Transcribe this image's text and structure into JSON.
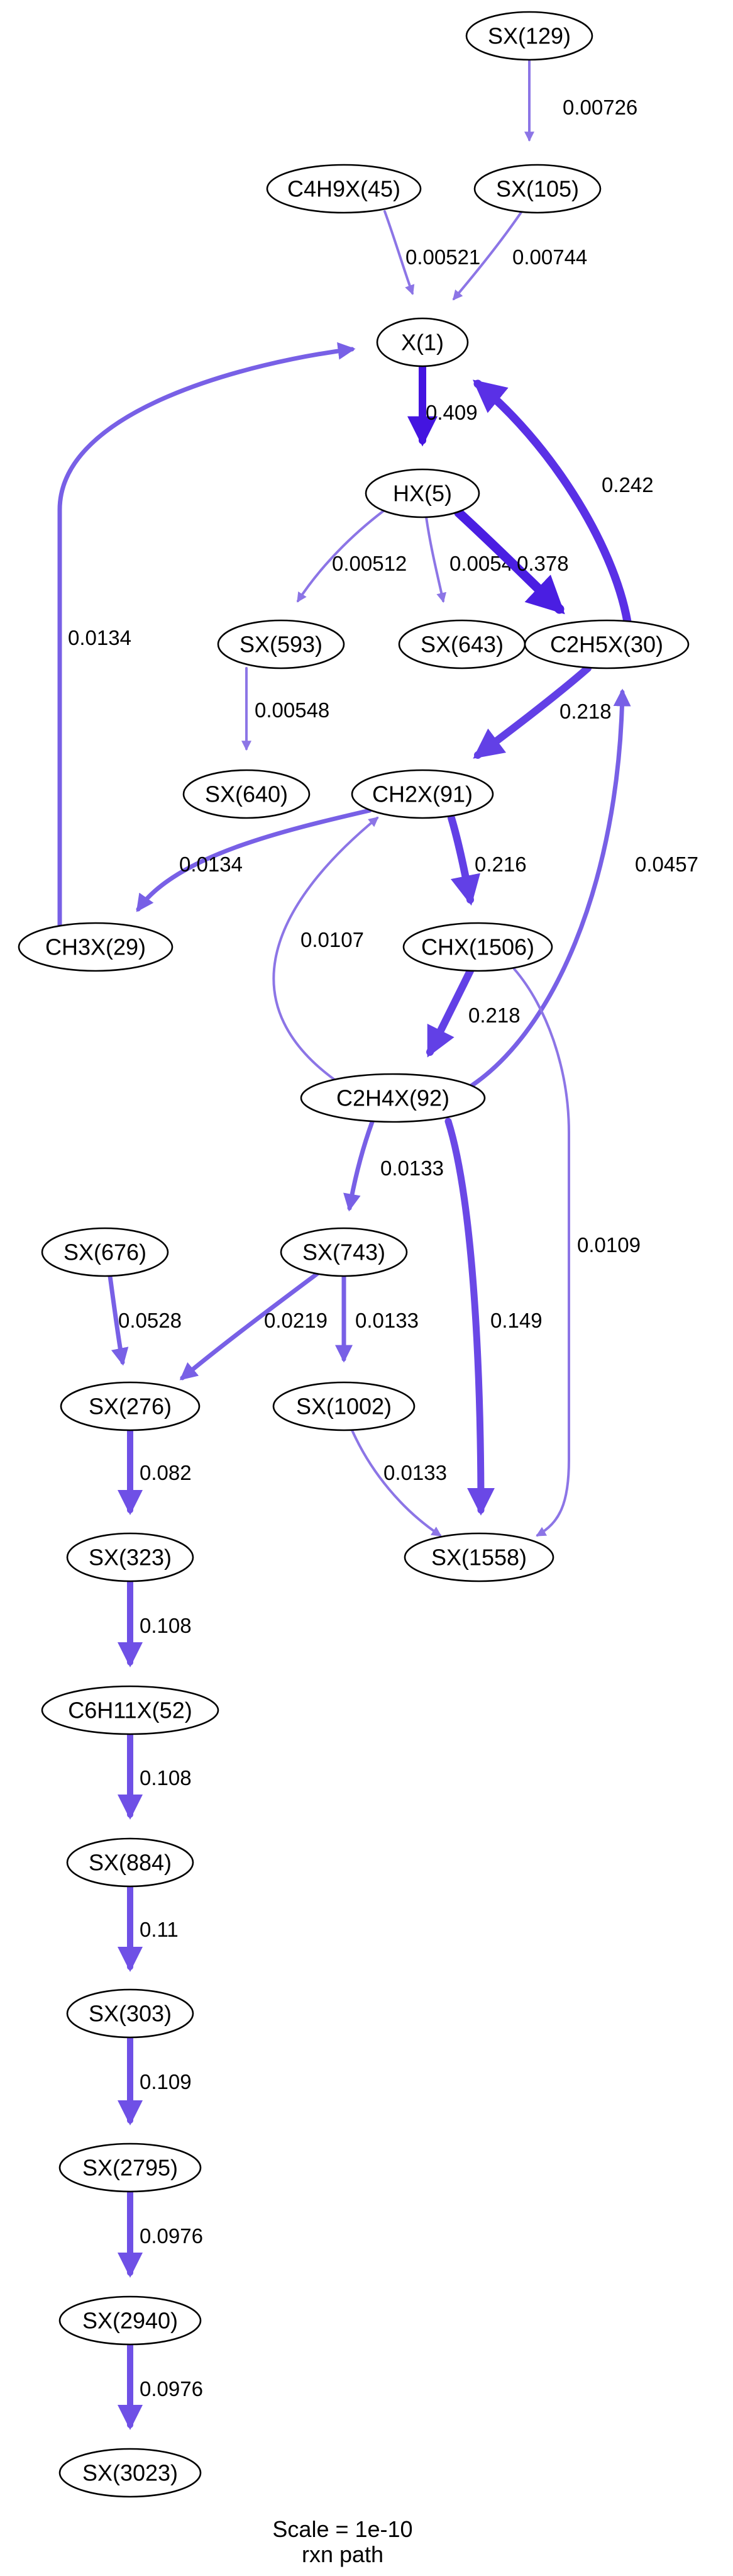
{
  "nodes": [
    {
      "id": "sx129",
      "label": "SX(129)"
    },
    {
      "id": "c4h9x45",
      "label": "C4H9X(45)"
    },
    {
      "id": "sx105",
      "label": "SX(105)"
    },
    {
      "id": "x1",
      "label": "X(1)"
    },
    {
      "id": "hx5",
      "label": "HX(5)"
    },
    {
      "id": "sx593",
      "label": "SX(593)"
    },
    {
      "id": "sx643",
      "label": "SX(643)"
    },
    {
      "id": "c2h5x30",
      "label": "C2H5X(30)"
    },
    {
      "id": "sx640",
      "label": "SX(640)"
    },
    {
      "id": "ch2x91",
      "label": "CH2X(91)"
    },
    {
      "id": "ch3x29",
      "label": "CH3X(29)"
    },
    {
      "id": "chx1506",
      "label": "CHX(1506)"
    },
    {
      "id": "c2h4x92",
      "label": "C2H4X(92)"
    },
    {
      "id": "sx676",
      "label": "SX(676)"
    },
    {
      "id": "sx743",
      "label": "SX(743)"
    },
    {
      "id": "sx276",
      "label": "SX(276)"
    },
    {
      "id": "sx1002",
      "label": "SX(1002)"
    },
    {
      "id": "sx1558",
      "label": "SX(1558)"
    },
    {
      "id": "sx323",
      "label": "SX(323)"
    },
    {
      "id": "c6h11x52",
      "label": "C6H11X(52)"
    },
    {
      "id": "sx884",
      "label": "SX(884)"
    },
    {
      "id": "sx303",
      "label": "SX(303)"
    },
    {
      "id": "sx2795",
      "label": "SX(2795)"
    },
    {
      "id": "sx2940",
      "label": "SX(2940)"
    },
    {
      "id": "sx3023",
      "label": "SX(3023)"
    }
  ],
  "edges": [
    {
      "id": "e1",
      "from": "sx129",
      "to": "sx105",
      "label": "0.00726"
    },
    {
      "id": "e2",
      "from": "c4h9x45",
      "to": "x1",
      "label": "0.00521"
    },
    {
      "id": "e3",
      "from": "sx105",
      "to": "x1",
      "label": "0.00744"
    },
    {
      "id": "e4",
      "from": "x1",
      "to": "hx5",
      "label": "0.409"
    },
    {
      "id": "e5",
      "from": "c2h5x30",
      "to": "x1",
      "label": "0.242"
    },
    {
      "id": "e6",
      "from": "ch3x29",
      "to": "x1",
      "label": "0.0134"
    },
    {
      "id": "e7",
      "from": "hx5",
      "to": "sx593",
      "label": "0.00512"
    },
    {
      "id": "e8",
      "from": "hx5",
      "to": "sx643",
      "label": "0.0054"
    },
    {
      "id": "e9",
      "from": "hx5",
      "to": "c2h5x30",
      "label": "0.378"
    },
    {
      "id": "e10",
      "from": "sx593",
      "to": "sx640",
      "label": "0.00548"
    },
    {
      "id": "e11",
      "from": "c2h5x30",
      "to": "ch2x91",
      "label": "0.218"
    },
    {
      "id": "e12",
      "from": "ch2x91",
      "to": "ch3x29",
      "label": "0.0134"
    },
    {
      "id": "e13",
      "from": "ch2x91",
      "to": "chx1506",
      "label": "0.216"
    },
    {
      "id": "e14",
      "from": "c2h4x92",
      "to": "ch2x91",
      "label": "0.0107"
    },
    {
      "id": "e15",
      "from": "c2h4x92",
      "to": "c2h5x30",
      "label": "0.0457"
    },
    {
      "id": "e16",
      "from": "chx1506",
      "to": "c2h4x92",
      "label": "0.218"
    },
    {
      "id": "e17",
      "from": "chx1506",
      "to": "sx1558",
      "label": "0.0109"
    },
    {
      "id": "e18",
      "from": "c2h4x92",
      "to": "sx743",
      "label": "0.0133"
    },
    {
      "id": "e19",
      "from": "c2h4x92",
      "to": "sx1558",
      "label": "0.149"
    },
    {
      "id": "e20",
      "from": "sx676",
      "to": "sx276",
      "label": "0.0528"
    },
    {
      "id": "e21",
      "from": "sx743",
      "to": "sx276",
      "label": "0.0219"
    },
    {
      "id": "e22",
      "from": "sx743",
      "to": "sx1002",
      "label": "0.0133"
    },
    {
      "id": "e23",
      "from": "sx1002",
      "to": "sx1558",
      "label": "0.0133"
    },
    {
      "id": "e24",
      "from": "sx276",
      "to": "sx323",
      "label": "0.082"
    },
    {
      "id": "e25",
      "from": "sx323",
      "to": "c6h11x52",
      "label": "0.108"
    },
    {
      "id": "e26",
      "from": "c6h11x52",
      "to": "sx884",
      "label": "0.108"
    },
    {
      "id": "e27",
      "from": "sx884",
      "to": "sx303",
      "label": "0.11"
    },
    {
      "id": "e28",
      "from": "sx303",
      "to": "sx2795",
      "label": "0.109"
    },
    {
      "id": "e29",
      "from": "sx2795",
      "to": "sx2940",
      "label": "0.0976"
    },
    {
      "id": "e30",
      "from": "sx2940",
      "to": "sx3023",
      "label": "0.0976"
    }
  ],
  "caption": {
    "scale": "Scale = 1e-10",
    "title": "rxn path"
  }
}
